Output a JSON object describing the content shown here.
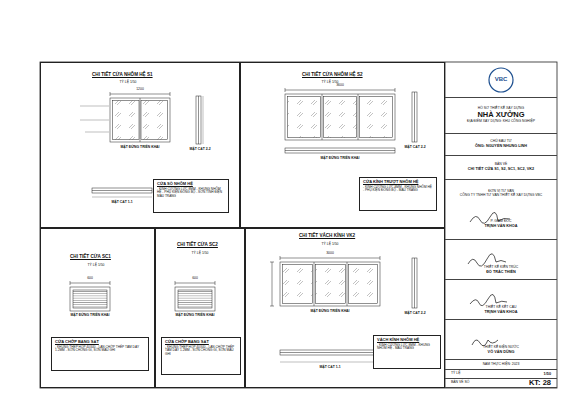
{
  "diagram": {
    "nodes": [
      {
        "text": [
          "CHI TIẾT CỬA NHÔM HỆ S1"
        ]
      },
      {
        "text": [
          "CỬA SỔ NHÔM HỆ",
          "- KÍNH CƯỜNG LỰC 8MM - KHUNG NHÔM HỆ - PHỤ KIỆN ĐỒNG BỘ - SƠN TĨNH ĐIỆN MÀU TRẮNG"
        ],
        "in": 0
      },
      {
        "text": [
          "CHI TIẾT CỬA NHÔM HỆ S2"
        ]
      },
      {
        "text": [
          "CỬA KÍNH TRƯỢT NHÔM HỆ",
          "- KÍNH CƯỜNG LỰC 8MM - KHUNG NHÔM HỆ - PHỤ KIỆN ĐỒNG BỘ - MÀU TRẮNG"
        ],
        "in": 2
      },
      {
        "text": [
          "CHI TIẾT CỬA SC1"
        ]
      },
      {
        "text": [
          "CỬA CHỚP BẰNG SẮT",
          "- KHUNG THÉP HỘP 40X40 - LAN CHỚP THÉP TẤM DÀY 1.2MM - SƠN CHỐNG GỈ, SƠN MÀU GHI"
        ],
        "in": 4
      },
      {
        "text": [
          "CHI TIẾT CỬA SC2"
        ]
      },
      {
        "text": [
          "CỬA CHỚP BẰNG SẮT",
          "- KHUNG THÉP HỘP 40X40 - LAN CHỚP THÉP TẤM DÀY 1.2MM - SƠN CHỐNG GỈ, SƠN MÀU GHI"
        ],
        "in": 6
      },
      {
        "text": [
          "CHI TIẾT VÁCH KÍNH VK2"
        ]
      },
      {
        "text": [
          "VÁCH KÍNH NHÔM HỆ",
          "- KÍNH CƯỜNG LỰC 8MM - KHUNG NHÔM HỆ - MÀU TRẮNG"
        ],
        "in": 8
      },
      {
        "text": [
          "VBC"
        ]
      },
      {
        "text": [
          "HỒ SƠ THIẾT KẾ XÂY DỰNG",
          "NHÀ XƯỞNG",
          "ĐỊA ĐIỂM XÂY DỰNG: KHU CÔNG NGHIỆP"
        ]
      },
      {
        "text": [
          "CHỦ ĐẦU TƯ",
          "ÔNG: NGUYỄN NHUNG LINH"
        ]
      },
      {
        "text": [
          "BẢN VẼ",
          "CHI TIẾT CỬA S1, S2, SC1, SC2, VK2"
        ]
      },
      {
        "text": [
          "ĐƠN VỊ TƯ VẤN",
          "CÔNG TY TNHH TƯ VẤN THIẾT KẾ XÂY DỰNG VBC",
          "P. GIÁM ĐỐC",
          "TRỊNH VĂN KHOA"
        ]
      },
      {
        "text": [
          "THIẾT KẾ KIẾN TRÚC",
          "ĐỖ TRÁC THIỀN"
        ]
      },
      {
        "text": [
          "THIẾT KẾ KẾT CẤU",
          "TRỊNH VĂN KHOA"
        ]
      },
      {
        "text": [
          "THIẾT KẾ ĐIỆN NƯỚC",
          "VÕ VĂN DŨNG"
        ]
      },
      {
        "text": [
          "NĂM THỰC HIỆN: 2023"
        ]
      },
      {
        "text": [
          "TỶ LỆ",
          "1/50"
        ]
      },
      {
        "text": [
          "BẢN VẼ SỐ",
          "KT: 28"
        ]
      }
    ],
    "labels": [
      "TỶ LỆ 1/50",
      "MẶT ĐỨNG TRIỂN KHAI",
      "MẶT CẮT 2-2",
      "MẶT CẮT 1-1",
      "TỶ LỆ 1/50",
      "MẶT ĐỨNG TRIỂN KHAI",
      "MẶT CẮT 2-2",
      "TỶ LỆ 1/50",
      "MẶT ĐỨNG TRIỂN KHAI",
      "TỶ LỆ 1/50",
      "MẶT ĐỨNG TRIỂN KHAI",
      "TỶ LỆ 1/50",
      "MẶT ĐỨNG TRIỂN KHAI",
      "MẶT CẮT 2-2",
      "MẶT CẮT 1-1",
      "1200",
      "3600",
      "3000",
      "600",
      "600"
    ]
  }
}
